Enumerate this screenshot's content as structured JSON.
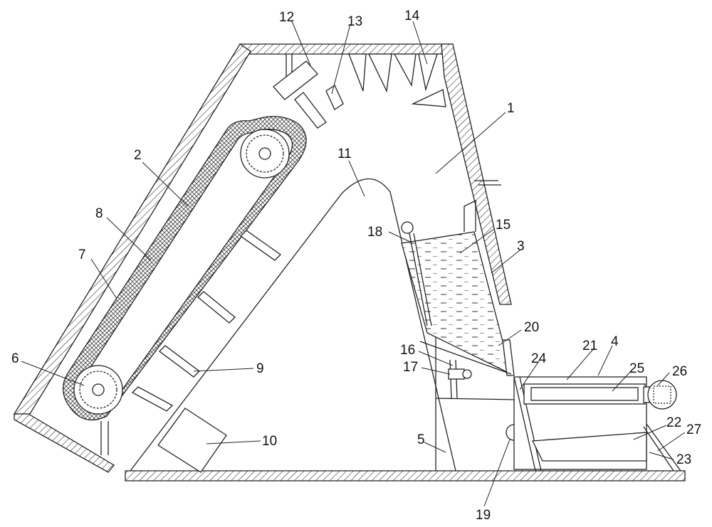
{
  "labels": [
    {
      "id": "1",
      "text": "1"
    },
    {
      "id": "2",
      "text": "2"
    },
    {
      "id": "3",
      "text": "3"
    },
    {
      "id": "4",
      "text": "4"
    },
    {
      "id": "5",
      "text": "5"
    },
    {
      "id": "6",
      "text": "6"
    },
    {
      "id": "7",
      "text": "7"
    },
    {
      "id": "8",
      "text": "8"
    },
    {
      "id": "9",
      "text": "9"
    },
    {
      "id": "10",
      "text": "10"
    },
    {
      "id": "11",
      "text": "11"
    },
    {
      "id": "12",
      "text": "12"
    },
    {
      "id": "13",
      "text": "13"
    },
    {
      "id": "14",
      "text": "14"
    },
    {
      "id": "15",
      "text": "15"
    },
    {
      "id": "16",
      "text": "16"
    },
    {
      "id": "17",
      "text": "17"
    },
    {
      "id": "18",
      "text": "18"
    },
    {
      "id": "19",
      "text": "19"
    },
    {
      "id": "20",
      "text": "20"
    },
    {
      "id": "21",
      "text": "21"
    },
    {
      "id": "22",
      "text": "22"
    },
    {
      "id": "23",
      "text": "23"
    },
    {
      "id": "24",
      "text": "24"
    },
    {
      "id": "25",
      "text": "25"
    },
    {
      "id": "26",
      "text": "26"
    },
    {
      "id": "27",
      "text": "27"
    }
  ]
}
